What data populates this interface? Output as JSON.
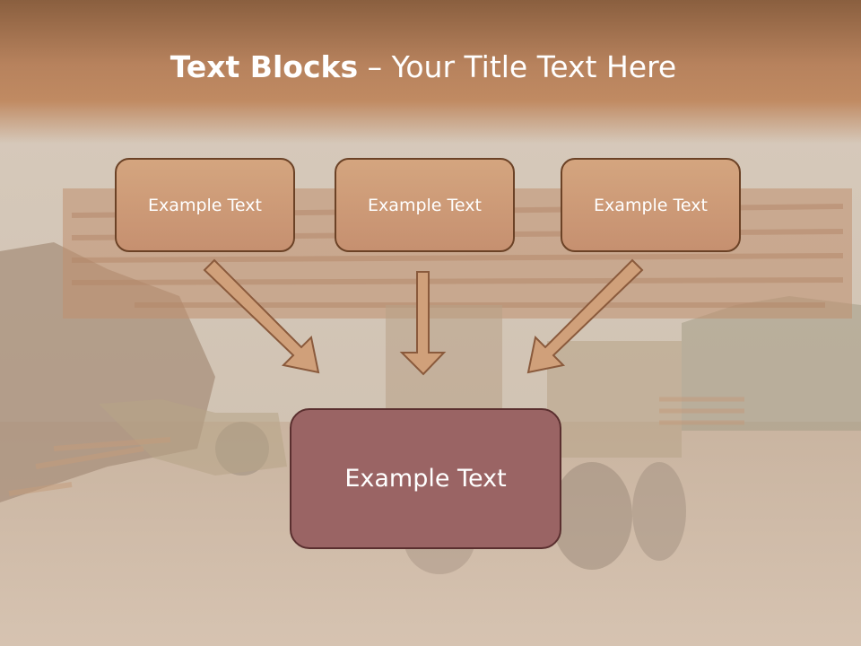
{
  "slide": {
    "title_bold": "Text Blocks",
    "title_separator": " – ",
    "title_rest": "Your Title Text Here",
    "boxes": [
      {
        "text": "Example Text"
      },
      {
        "text": "Example Text"
      },
      {
        "text": "Example Text"
      }
    ],
    "center_box": {
      "text": "Example Text"
    }
  },
  "colors": {
    "header": "#b7825d",
    "box_fill": "#cf9d78",
    "box_border": "#6b4226",
    "center_fill": "#9a6464",
    "center_border": "#5a2f2f",
    "arrow_fill": "#d0a07a"
  }
}
